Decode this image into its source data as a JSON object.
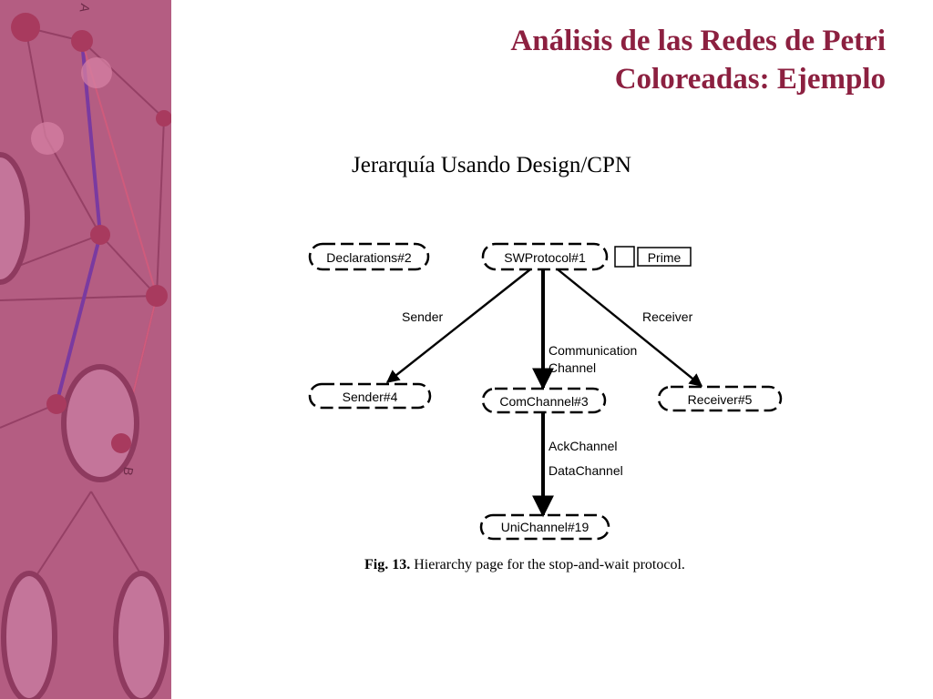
{
  "slide": {
    "title_line1": "Análisis de las Redes de Petri",
    "title_line2": "Coloreadas: Ejemplo",
    "subtitle": "Jerarquía Usando Design/CPN"
  },
  "colors": {
    "title": "#8c2040",
    "sidebar_bg": "#b45d82",
    "sidebar_node": "#a83a5e",
    "sidebar_line_purple": "#7a3aa0"
  },
  "sidebar": {
    "letters": [
      "A",
      "B"
    ]
  },
  "diagram": {
    "nodes": {
      "declarations": "Declarations#2",
      "swprotocol": "SWProtocol#1",
      "prime": "Prime",
      "sender": "Sender#4",
      "comchannel": "ComChannel#3",
      "receiver": "Receiver#5",
      "unichannel": "UniChannel#19"
    },
    "edge_labels": {
      "sender": "Sender",
      "receiver": "Receiver",
      "communication_1": "Communication",
      "communication_2": "Channel",
      "ack": "AckChannel",
      "data": "DataChannel"
    }
  },
  "caption": {
    "label": "Fig. 13.",
    "text": " Hierarchy page for the stop-and-wait protocol."
  }
}
